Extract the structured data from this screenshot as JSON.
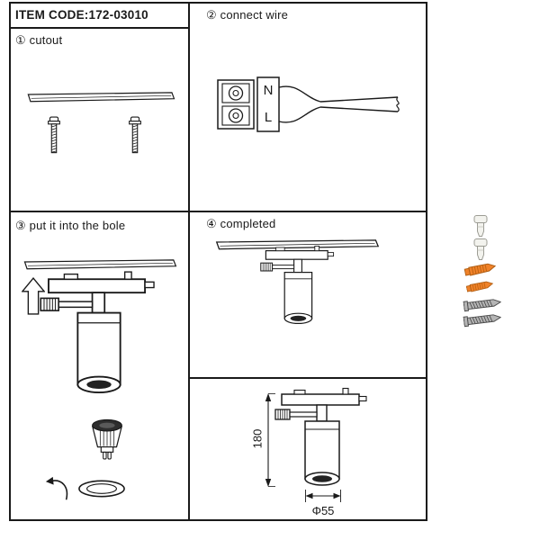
{
  "header": {
    "item_code": "ITEM CODE:172-03010"
  },
  "steps": {
    "step1": "① cutout",
    "step2": "② connect wire",
    "step3": "③ put it into the bole",
    "step4": "④ completed"
  },
  "wiring": {
    "neutral": "N",
    "live": "L"
  },
  "dimensions": {
    "height": "180",
    "diameter": "Φ55"
  },
  "colors": {
    "line": "#1a1a1a",
    "plug_orange": "#f08229",
    "screw_gray": "#b5b5b5",
    "anchor_white": "#f3f3ee"
  }
}
